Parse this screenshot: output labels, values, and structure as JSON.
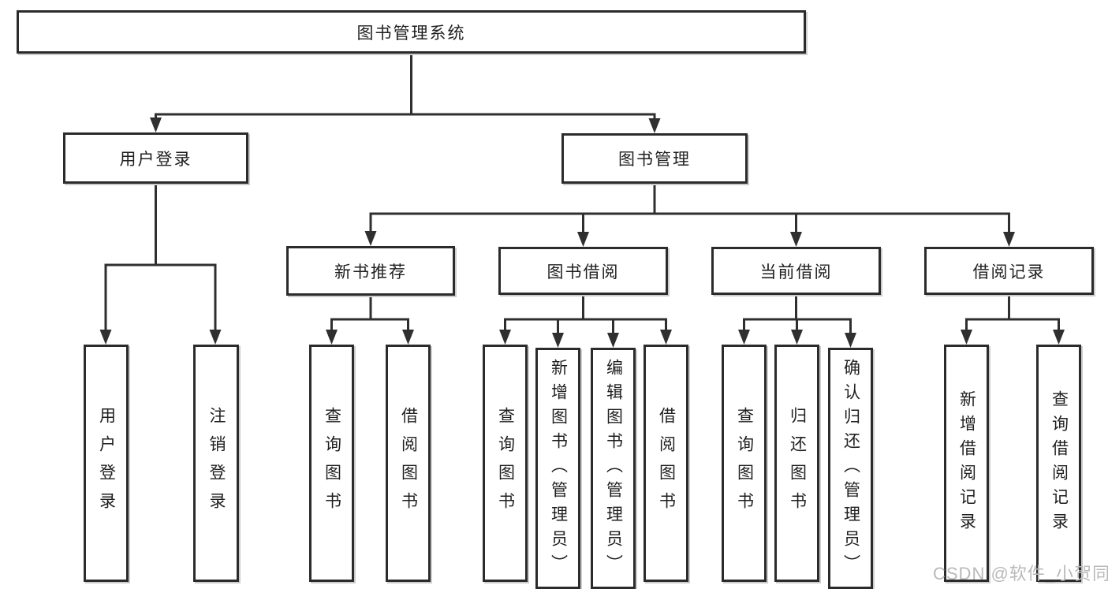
{
  "title": "图书管理系统",
  "tree": {
    "label": "图书管理系统",
    "children": [
      {
        "label": "用户登录",
        "children": [
          {
            "label": "用户登录"
          },
          {
            "label": "注销登录"
          }
        ]
      },
      {
        "label": "图书管理",
        "children": [
          {
            "label": "新书推荐",
            "children": [
              {
                "label": "查询图书"
              },
              {
                "label": "借阅图书"
              }
            ]
          },
          {
            "label": "图书借阅",
            "children": [
              {
                "label": "查询图书"
              },
              {
                "label": "新增图书（管理员）"
              },
              {
                "label": "编辑图书（管理员）"
              },
              {
                "label": "借阅图书"
              }
            ]
          },
          {
            "label": "当前借阅",
            "children": [
              {
                "label": "查询图书"
              },
              {
                "label": "归还图书"
              },
              {
                "label": "确认归还（管理员）"
              }
            ]
          },
          {
            "label": "借阅记录",
            "children": [
              {
                "label": "新增借阅记录"
              },
              {
                "label": "查询借阅记录"
              }
            ]
          }
        ]
      }
    ]
  },
  "watermark": {
    "text": "CSDN @软件_小贺同学"
  },
  "colors": {
    "background": "#ffffff",
    "line": "#2f2f2f",
    "box_border": "#2b2b2b",
    "text": "#1f1f1f",
    "watermark": "#b9b9b9"
  }
}
